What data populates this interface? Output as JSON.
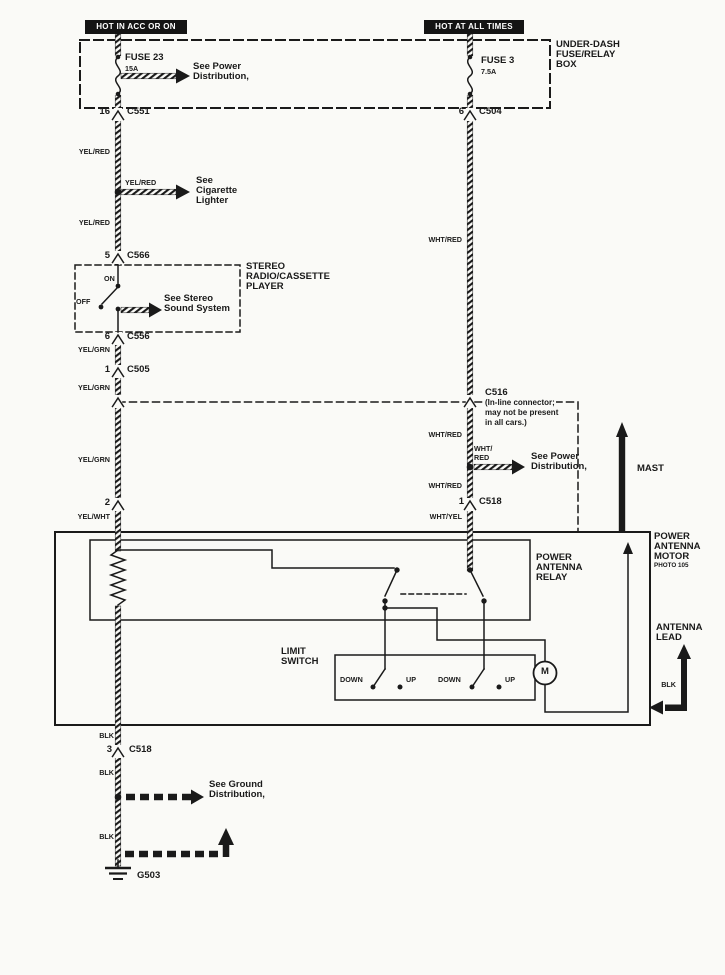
{
  "colors": {
    "ink": "#1a1a1a",
    "paper": "#fafaf7"
  },
  "headers": {
    "acc": "HOT IN ACC OR ON",
    "all_times": "HOT AT ALL TIMES"
  },
  "fusebox": {
    "title": [
      "UNDER-DASH",
      "FUSE/RELAY",
      "BOX"
    ],
    "fuse23": {
      "name": "FUSE 23",
      "rating": "15A"
    },
    "fuse3": {
      "name": "FUSE 3",
      "rating": "7.5A"
    },
    "see_power": [
      "See Power",
      "Distribution,"
    ]
  },
  "left": {
    "c551": {
      "pin": "16",
      "name": "C551"
    },
    "yelred1": "YEL/RED",
    "cig_tap": {
      "wire": "YEL/RED",
      "text": [
        "See",
        "Cigarette",
        "Lighter"
      ]
    },
    "yelred2": "YEL/RED",
    "c566": {
      "pin": "5",
      "name": "C566"
    },
    "stereo": {
      "title": [
        "STEREO",
        "RADIO/CASSETTE",
        "PLAYER"
      ],
      "on": "ON",
      "off": "OFF",
      "see": [
        "See Stereo",
        "Sound System"
      ]
    },
    "c556": {
      "pin": "6",
      "name": "C556"
    },
    "yelgrn1": "YEL/GRN",
    "c505": {
      "pin": "1",
      "name": "C505"
    },
    "yelgrn2": "YEL/GRN",
    "yelgrn3": "YEL/GRN",
    "c518_pin2": "2",
    "yelwht": "YEL/WHT"
  },
  "right": {
    "c504": {
      "pin": "6",
      "name": "C504"
    },
    "whtred1": "WHT/RED",
    "c516": {
      "name": "C516",
      "note": [
        "(In-line connector;",
        "may not be present",
        "in all cars.)"
      ]
    },
    "whtred2": "WHT/RED",
    "power_tap": {
      "wire1": "WHT/",
      "wire2": "RED",
      "text": [
        "See Power",
        "Distribution,"
      ]
    },
    "whtred3": "WHT/RED",
    "c518": {
      "pin": "1",
      "name": "C518"
    },
    "whtyel": "WHT/YEL"
  },
  "mast_label": "MAST",
  "motor": {
    "title": [
      "POWER",
      "ANTENNA",
      "MOTOR"
    ],
    "photo": "PHOTO 105",
    "relay": [
      "POWER",
      "ANTENNA",
      "RELAY"
    ],
    "limit": [
      "LIMIT",
      "SWITCH"
    ],
    "sw1": {
      "down": "DOWN",
      "up": "UP"
    },
    "sw2": {
      "down": "DOWN",
      "up": "UP"
    },
    "m": "M"
  },
  "lead": {
    "title": [
      "ANTENNA",
      "LEAD"
    ],
    "wire": "BLK"
  },
  "ground": {
    "blk1": "BLK",
    "c518": {
      "pin": "3",
      "name": "C518"
    },
    "blk2": "BLK",
    "see_ground": [
      "See Ground",
      "Distribution,"
    ],
    "blk3": "BLK",
    "g503": "G503"
  }
}
